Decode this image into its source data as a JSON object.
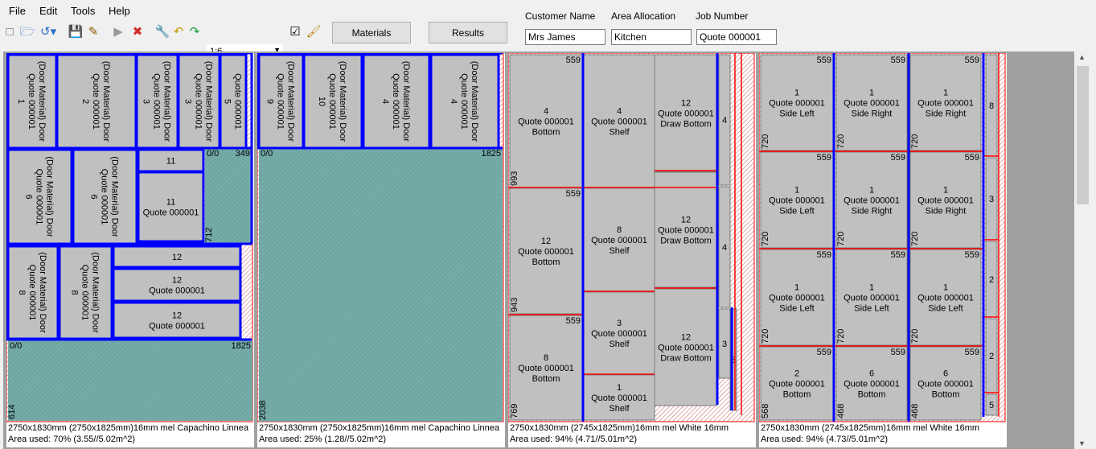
{
  "menu": {
    "items": [
      "File",
      "Edit",
      "Tools",
      "Help"
    ]
  },
  "toolbar": {
    "zoom_value": "1:6",
    "materials_label": "Materials",
    "results_label": "Results"
  },
  "fields": {
    "customer_label": "Customer Name",
    "customer_value": "Mrs James",
    "area_label": "Area Allocation",
    "area_value": "Kitchen",
    "job_label": "Job Number",
    "job_value": "Quote 000001"
  },
  "colors": {
    "panel": "#c0c0c0",
    "blue_cut": "#0000ff",
    "red_cut": "#ff0000",
    "waste": "#5a9e9a"
  },
  "sheets": [
    {
      "info": "2750x1830mm (2750x1825mm)16mm mel Capachino Linnea",
      "area": "Area used: 70% (3.55//5.02m^2)",
      "panels": [
        {
          "label": "(Door Material) Door\nQuote 000001\n1",
          "rot": true
        },
        {
          "label": "(Door Material) Door\nQuote 000001\n2",
          "rot": true
        },
        {
          "label": "(Door Material) Door\nQuote 000001\n3",
          "rot": true
        },
        {
          "label": "(Door Material) Door\nQuote 000001\n3",
          "rot": true
        },
        {
          "label": "Quote 000001\n5",
          "rot": true
        },
        {
          "label": "(Door Material) Door\nQuote 000001\n6",
          "rot": true
        },
        {
          "label": "(Door Material) Door\nQuote 000001\n6",
          "rot": true
        },
        {
          "label": "11",
          "rot": false
        },
        {
          "label": "11\nQuote 000001",
          "rot": false
        },
        {
          "label": "(Door Material) Door\nQuote 000001\n8",
          "rot": true
        },
        {
          "label": "(Door Material) Door\nQuote 000001\n8",
          "rot": true
        },
        {
          "label": "12",
          "rot": false
        },
        {
          "label": "12\nQuote 000001",
          "rot": false
        },
        {
          "label": "12\nQuote 000001",
          "rot": false
        }
      ],
      "offcuts": [
        {
          "origin": "0/0",
          "width": "349",
          "height": "712"
        },
        {
          "origin": "0/0",
          "width": "1825",
          "height": "614"
        }
      ]
    },
    {
      "info": "2750x1830mm (2750x1825mm)16mm mel Capachino Linnea",
      "area": "Area used: 25% (1.28//5.02m^2)",
      "panels": [
        {
          "label": "(Door Material) Door\nQuote 000001\n9",
          "rot": true
        },
        {
          "label": "(Door Material) Door\nQuote 000001\n10",
          "rot": true
        },
        {
          "label": "(Door Material) Door\nQuote 000001\n4",
          "rot": true
        },
        {
          "label": "(Door Material) Door\nQuote 000001\n4",
          "rot": true
        }
      ],
      "offcuts": [
        {
          "origin": "0/0",
          "width": "1825",
          "height": "2038"
        }
      ]
    },
    {
      "info": "2750x1830mm (2745x1825mm)16mm mel White 16mm",
      "area": "Area used: 94% (4.71//5.01m^2)",
      "panels": [
        {
          "label": "4\nQuote 000001\nBottom",
          "w": "559",
          "h": "993"
        },
        {
          "label": "4\nQuote 000001\nShelf",
          "w": "",
          "h": ""
        },
        {
          "label": "12\nQuote 000001\nDraw Bottom",
          "w": "",
          "h": ""
        },
        {
          "label": "12\nQuote 000001\nBottom",
          "w": "559",
          "h": "943"
        },
        {
          "label": "8\nQuote 000001\nShelf",
          "w": "",
          "h": ""
        },
        {
          "label": "12\nQuote 000001\nDraw Bottom",
          "w": "",
          "h": ""
        },
        {
          "label": "8\nQuote 000001\nBottom",
          "w": "559",
          "h": "769"
        },
        {
          "label": "3\nQuote 000001\nShelf",
          "w": "",
          "h": ""
        },
        {
          "label": "1\nQuote 000001\nShelf",
          "w": "",
          "h": ""
        },
        {
          "label": "12\nQuote 000001\nDraw Bottom",
          "w": "",
          "h": ""
        }
      ],
      "strips": [
        "4",
        "4",
        "3",
        "8"
      ]
    },
    {
      "info": "2750x1830mm (2745x1825mm)16mm mel White 16mm",
      "area": "Area used: 94% (4.73//5.01m^2)",
      "panels": [
        {
          "label": "1\nQuote 000001\nSide Left",
          "w": "559",
          "h": "720"
        },
        {
          "label": "1\nQuote 000001\nSide Right",
          "w": "559",
          "h": "720"
        },
        {
          "label": "1\nQuote 000001\nSide Right",
          "w": "559",
          "h": "720"
        },
        {
          "label": "1\nQuote 000001\nSide Left",
          "w": "559",
          "h": "720"
        },
        {
          "label": "1\nQuote 000001\nSide Right",
          "w": "559",
          "h": "720"
        },
        {
          "label": "1\nQuote 000001\nSide Right",
          "w": "559",
          "h": "720"
        },
        {
          "label": "1\nQuote 000001\nSide Left",
          "w": "559",
          "h": "720"
        },
        {
          "label": "1\nQuote 000001\nSide Left",
          "w": "559",
          "h": "720"
        },
        {
          "label": "1\nQuote 000001\nSide Left",
          "w": "559",
          "h": "720"
        },
        {
          "label": "2\nQuote 000001\nBottom",
          "w": "559",
          "h": "568"
        },
        {
          "label": "6\nQuote 000001\nBottom",
          "w": "559",
          "h": "468"
        },
        {
          "label": "6\nQuote 000001\nBottom",
          "w": "559",
          "h": "468"
        }
      ],
      "strips": [
        "8",
        "3",
        "2",
        "2",
        "5"
      ]
    }
  ]
}
